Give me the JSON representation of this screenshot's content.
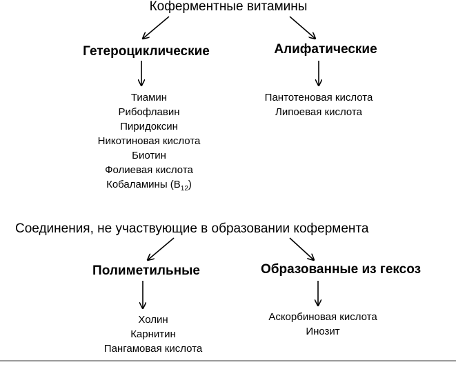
{
  "group1": {
    "title": "Коферментные витамины",
    "left": {
      "heading": "Гетероциклические",
      "items": [
        "Тиамин",
        "Рибофлавин",
        "Пиридоксин",
        "Никотиновая кислота",
        "Биотин",
        "Фолиевая кислота",
        "Кобаламины (B"
      ],
      "last_subscript": "12",
      "last_suffix": ")"
    },
    "right": {
      "heading": "Алифатические",
      "items": [
        "Пантотеновая кислота",
        "Липоевая кислота"
      ]
    }
  },
  "group2": {
    "title": "Соединения, не участвующие в образовании кофермента",
    "left": {
      "heading": "Полиметильные",
      "items": [
        "Холин",
        "Карнитин",
        "Пангамовая кислота"
      ]
    },
    "right": {
      "heading": "Образованные из гексоз",
      "items": [
        "Аскорбиновая кислота",
        "Инозит"
      ]
    }
  }
}
